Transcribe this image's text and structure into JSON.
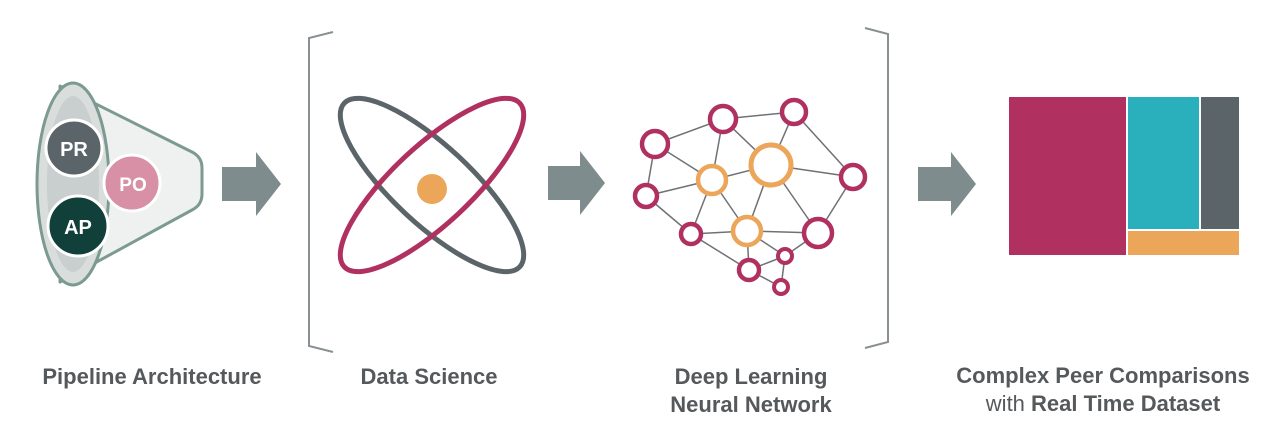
{
  "stages": {
    "pipeline": {
      "label": "Pipeline Architecture",
      "circles": {
        "pr": "PR",
        "po": "PO",
        "ap": "AP"
      }
    },
    "data_science": {
      "label": "Data Science"
    },
    "deep_learning": {
      "label_line1": "Deep Learning",
      "label_line2": "Neural Network"
    },
    "peer_comparisons": {
      "label_line1": "Complex Peer Comparisons",
      "label_line2_prefix": "with",
      "label_line2_bold": "Real Time Dataset"
    }
  },
  "colors": {
    "crimson": "#b03060",
    "orange": "#eba65a",
    "teal": "#2ab0bd",
    "slate": "#5b6468",
    "arrow_gray": "#7f8c8d",
    "bracket_gray": "#8a8f92",
    "funnel_gray": "#7c9a92",
    "dark_green": "#113f3a",
    "pink": "#d890a6"
  }
}
